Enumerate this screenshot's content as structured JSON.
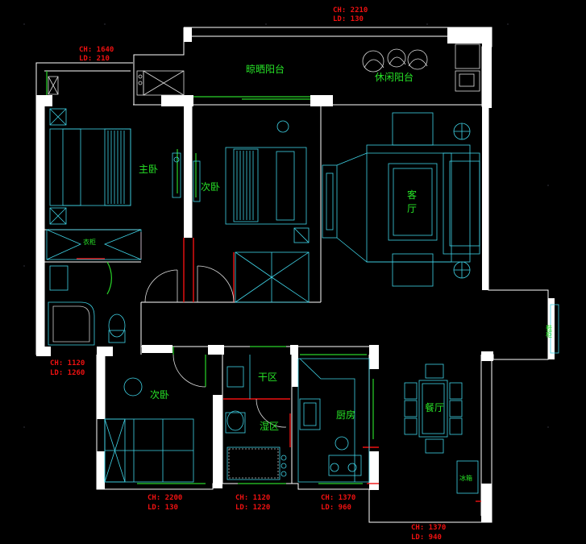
{
  "colors": {
    "background": "#000000",
    "wall": "#ffffff",
    "room_label": "#27e327",
    "dimension": "#e11111",
    "furniture": "#3fd3e6"
  },
  "rooms": {
    "drying_balcony": "晾晒阳台",
    "leisure_balcony": "休闲阳台",
    "master_bedroom": "主卧",
    "second_bedroom_top": "次卧",
    "living_room_1": "客",
    "living_room_2": "厅",
    "second_bedroom_bottom": "次卧",
    "dry_area": "干区",
    "wet_area": "湿区",
    "kitchen": "厨房",
    "dining_room": "餐厅",
    "wardrobe": "衣柜",
    "shoe_cabinet": "鞋柜",
    "fridge": "冰箱"
  },
  "dimensions": [
    {
      "ch": "CH: 2210",
      "ld": "LD: 130"
    },
    {
      "ch": "CH: 1640",
      "ld": "LD: 210"
    },
    {
      "ch": "CH: 1120",
      "ld": "LD: 1260"
    },
    {
      "ch": "CH: 2200",
      "ld": "LD: 130"
    },
    {
      "ch": "CH: 1120",
      "ld": "LD: 1220"
    },
    {
      "ch": "CH: 1370",
      "ld": "LD: 960"
    },
    {
      "ch": "CH: 1370",
      "ld": "LD: 940"
    }
  ]
}
